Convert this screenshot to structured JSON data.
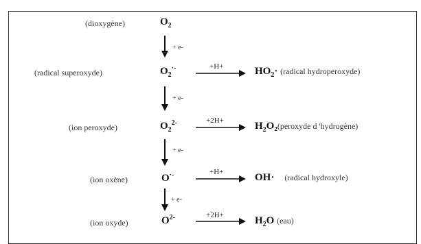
{
  "levels": [
    {
      "name": "(dioxygène)",
      "species_base": "O",
      "species_sub": "2",
      "species_sup": ""
    },
    {
      "name": "(radical superoxyde)",
      "species_base": "O",
      "species_sub": "2",
      "species_sup": "·-"
    },
    {
      "name": "(ion peroxyde)",
      "species_base": "O",
      "species_sub": "2",
      "species_sup": "2-"
    },
    {
      "name": "(ion oxène)",
      "species_base": "O",
      "species_sub": "",
      "species_sup": "·-"
    },
    {
      "name": "(ion oxyde)",
      "species_base": "O",
      "species_sub": "",
      "species_sup": "2-"
    }
  ],
  "electron_steps": [
    "+ e-",
    "+ e-",
    "+ e-",
    "+ e-"
  ],
  "reactions": [
    {
      "reagent": "+H+",
      "product_html_a": "HO",
      "product_sub": "2",
      "product_b": "·",
      "product_name": "(radical hydroperoxyde)"
    },
    {
      "reagent": "+2H+",
      "product_html_a": "H",
      "product_sub": "2",
      "product_b": "O₂",
      "product_name": "(peroxyde d 'hydrogène)"
    },
    {
      "reagent": "+H+",
      "product_html_a": "OH",
      "product_sub": "",
      "product_b": "·",
      "product_name": "(radical hydroxyle)"
    },
    {
      "reagent": "+2H+",
      "product_html_a": "H",
      "product_sub": "2",
      "product_b": "O",
      "product_name": "(eau)"
    }
  ]
}
